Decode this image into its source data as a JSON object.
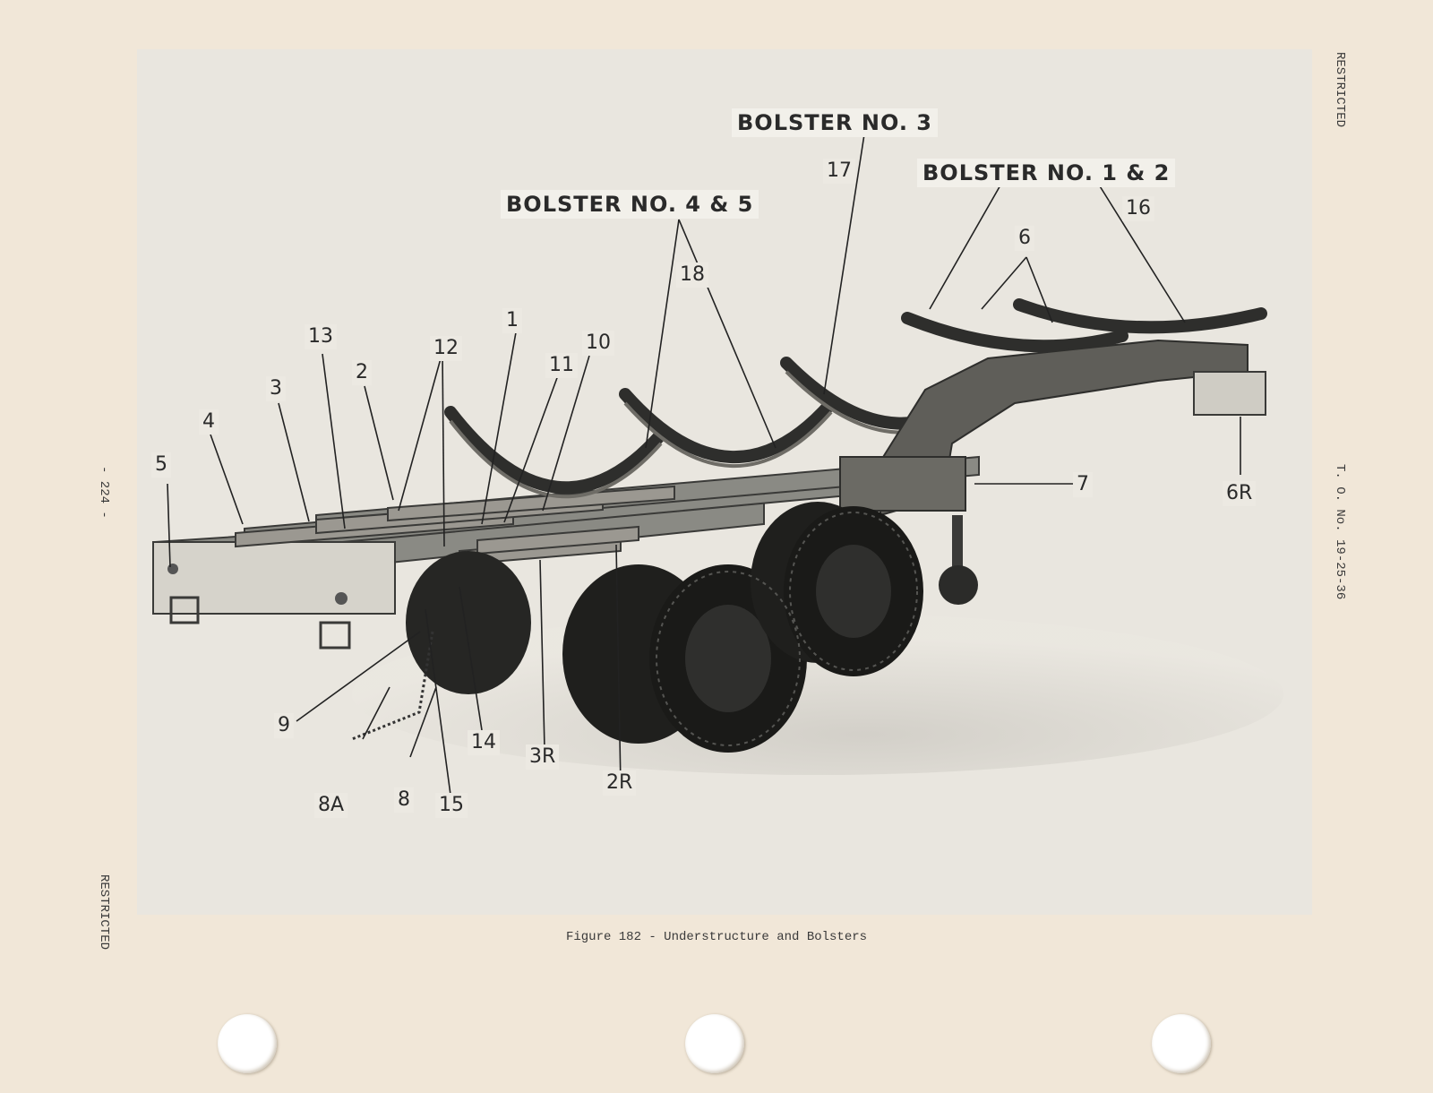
{
  "header": {
    "restricted_top": "RESTRICTED",
    "restricted_bottom": "RESTRICTED",
    "document_number": "T. O. No. 19-25-36",
    "page_number": "- 224 -"
  },
  "figure": {
    "caption": "Figure 182 - Understructure and Bolsters",
    "bolster_labels": {
      "no3": "BOLSTER NO. 3",
      "no1_2": "BOLSTER NO. 1 & 2",
      "no4_5": "BOLSTER NO. 4 & 5"
    },
    "callouts": {
      "c1": "1",
      "c2": "2",
      "c3": "3",
      "c4": "4",
      "c5": "5",
      "c6": "6",
      "c7": "7",
      "c8": "8",
      "c8a": "8A",
      "c9": "9",
      "c10": "10",
      "c11": "11",
      "c12": "12",
      "c13": "13",
      "c14": "14",
      "c15": "15",
      "c16": "16",
      "c17": "17",
      "c18": "18",
      "c2r": "2R",
      "c3r": "3R",
      "c6r": "6R"
    }
  },
  "colors": {
    "paper": "#f1e7d8",
    "photo_bg": "#e9e6df",
    "ink": "#2a2a2a"
  }
}
